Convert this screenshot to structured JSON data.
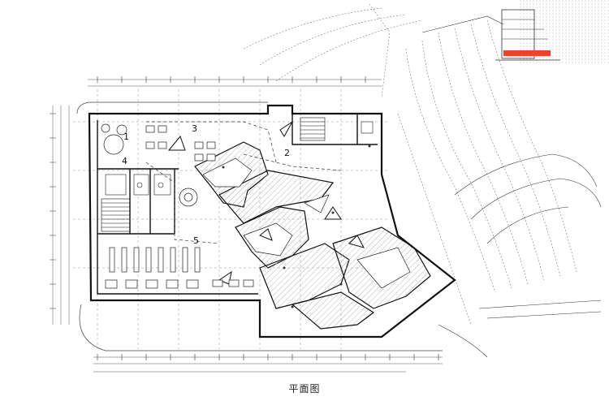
{
  "caption": "平面图",
  "room_numbers": [
    "1",
    "2",
    "3",
    "4",
    "5"
  ],
  "key_plan": {
    "highlight_color": "#e8452a"
  },
  "colors": {
    "line": "#1a1a1a",
    "dim": "#555555",
    "hatch": "#bdbdbd",
    "water": "#d0d0d0"
  }
}
